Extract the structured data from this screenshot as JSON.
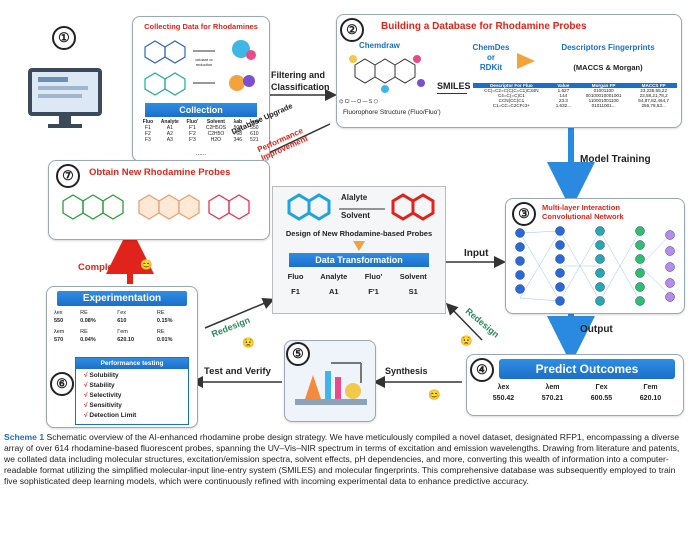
{
  "panel1": {
    "number": "①",
    "title": "Collecting Data for Rhodamines",
    "annotation": "oxidant or reduction",
    "collection_label": "Collection",
    "table_headers": [
      "Fluo",
      "Analyte",
      "Fluo'",
      "Solvent",
      "λab",
      "λem"
    ],
    "table_rows": [
      [
        "F1",
        "A1",
        "F'1",
        "C2H5OS",
        "506",
        "550"
      ],
      [
        "F2",
        "A2",
        "F'2",
        "C2H5O",
        "768",
        "610"
      ],
      [
        "F3",
        "A3",
        "F'3",
        "H2O",
        "346",
        "521"
      ]
    ],
    "ellipsis": "......"
  },
  "panel2": {
    "number": "②",
    "title": "Building a Database for Rhodamine Probes",
    "chemdraw": "Chemdraw",
    "chemdes": "ChemDes",
    "or": "or",
    "rdkit": "RDKit",
    "descriptors_title": "Descriptors Fingerprints",
    "descriptors_sub": "(MACCS & Morgan)",
    "smiles": "SMILES",
    "fluorophore_label": "Fluorophore Structure (Fluo/Fluo')",
    "table_headers": [
      "Descriptor For Fluo",
      "Value",
      "Morgan FP",
      "MACCS FP"
    ],
    "table_rows": [
      [
        "CC)=C2=C(C(C=C1)C34N",
        "1.627",
        "01001100",
        "23,235,55,22"
      ],
      [
        "C4=C(=C)C1",
        "144",
        "00100010001001",
        "23,58,21,78,2"
      ],
      [
        "CCN(CC)C1",
        "23.3",
        "110001001100",
        "54,87,82,464,7"
      ],
      [
        "C1=CC=C2CFc3+",
        "1.632...",
        "01011001...",
        "256,78,53..."
      ]
    ]
  },
  "panel3": {
    "number": "③",
    "title_line1": "Multi-layer Interaction",
    "title_line2": "Convolutional Network"
  },
  "panel4": {
    "number": "④",
    "title": "Predict Outcomes",
    "headers": [
      "λex",
      "λem",
      "Γex",
      "Γem"
    ],
    "values": [
      "550.42",
      "570.21",
      "600.55",
      "620.10"
    ]
  },
  "panel5": {
    "number": "⑤"
  },
  "panel6": {
    "number": "⑥",
    "title": "Experimentation",
    "rows": [
      [
        "λex",
        "RE",
        "Γex",
        "RE"
      ],
      [
        "550",
        "0.08%",
        "610",
        "0.15%"
      ],
      [
        "λem",
        "RE",
        "Γem",
        "RE"
      ],
      [
        "570",
        "0.04%",
        "620.10",
        "0.01%"
      ]
    ],
    "performance_title": "Performance testing",
    "performance_items": [
      "Solubility",
      "Stability",
      "Selectivity",
      "Sensitivity",
      "Detection Limit"
    ]
  },
  "panel7": {
    "number": "⑦",
    "title": "Obtain New Rhodamine Probes"
  },
  "center": {
    "alalyte": "Alalyte",
    "solvent": "Solvent",
    "design_title": "Design of New Rhodamine-based Probes",
    "transformation": "Data Transformation",
    "headers": [
      "Fluo",
      "Analyte",
      "Fluo'",
      "Solvent"
    ],
    "values": [
      "F1",
      "A1",
      "F'1",
      "S1"
    ]
  },
  "arrows": {
    "filtering": "Filtering and",
    "classification": "Classification",
    "model_training": "Model Training",
    "input": "Input",
    "output": "Output",
    "redesign_left": "Redesign",
    "redesign_right": "Redesign",
    "synthesis": "Synthesis",
    "test_verify": "Test and Verify",
    "completed": "Completed",
    "database_upgrade": "Database Upgrade",
    "performance_improvement": "Performance Improvement"
  },
  "caption": {
    "label": "Scheme 1",
    "text": " Schematic overview of the AI-enhanced rhodamine probe design strategy. We have meticulously compiled a novel dataset, designated RFP1, encompassing a diverse array of over 614 rhodamine-based fluorescent probes, spanning the UV–Vis–NIR spectrum in terms of excitation and emission wavelengths. Drawing from literature and patents, we collated data including molecular structures, excitation/emission spectra, solvent effects, pH dependencies, and more, converting this wealth of information into a computer-readable format utilizing the simplified molecular-input line-entry system (SMILES) and molecular fingerprints. This comprehensive database was subsequently employed to train five sophisticated deep learning models, which were continuously refined with incoming experimental data to enhance predictive accuracy."
  },
  "colors": {
    "accent_red": "#e0241b",
    "accent_blue": "#1c6fc9",
    "arrow_dark": "#333333"
  }
}
